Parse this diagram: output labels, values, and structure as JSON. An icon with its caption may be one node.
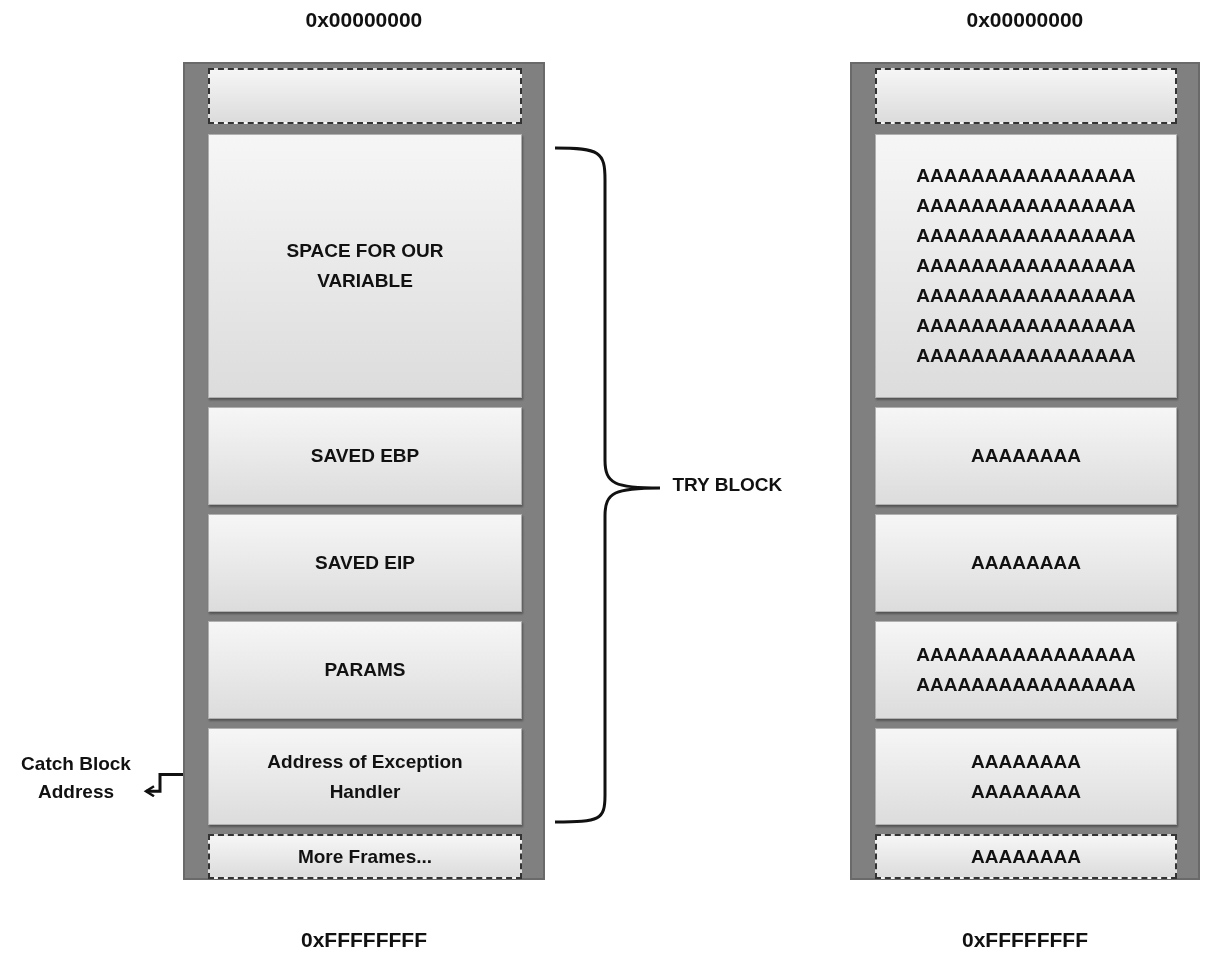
{
  "diagram": {
    "nodes": [
      {
        "text": [],
        "shape": "box"
      },
      {
        "text": [],
        "shape": "box",
        "in": 0
      },
      {
        "text": [
          "SPACE FOR OUR VARIABLE"
        ],
        "in": 0
      },
      {
        "text": [
          "SAVED EBP"
        ],
        "in": 0
      },
      {
        "text": [
          "SAVED EIP"
        ],
        "in": 0
      },
      {
        "text": [
          "PARAMS"
        ],
        "in": 0
      },
      {
        "text": [
          "Address of Exception Handler"
        ],
        "in": 0
      },
      {
        "text": [
          "More Frames..."
        ],
        "in": 0
      },
      {
        "text": [
          "Catch Block Address"
        ]
      },
      {
        "text": [],
        "shape": "box"
      },
      {
        "text": [],
        "shape": "box",
        "in": 9
      },
      {
        "text": [
          "AAAAAAAAAAAAAAAA AAAAAAAAAAAAAAAA AAAAAAAAAAAAAAAA AAAAAAAAAAAAAAAA AAAAAAAAAAAAAAAA AAAAAAAAAAAAAAAA AAAAAAAAAAAAAAAA"
        ],
        "in": 9
      },
      {
        "text": [
          "AAAAAAAA"
        ],
        "in": 9
      },
      {
        "text": [
          "AAAAAAAA"
        ],
        "in": 9
      },
      {
        "text": [
          "AAAAAAAAAAAAAAAA AAAAAAAAAAAAAAAA"
        ],
        "in": 9
      },
      {
        "text": [
          "AAAAAAAA AAAAAAAA"
        ],
        "in": 9
      },
      {
        "text": [
          "AAAAAAAA"
        ],
        "in": 9
      }
    ],
    "edges": [
      {
        "from": 6,
        "to": 8,
        "arrow": "to"
      }
    ],
    "labels": [
      "0x00000000",
      "0x00000000",
      "TRY BLOCK",
      "0xFFFFFFFF",
      "0xFFFFFFFF"
    ]
  }
}
